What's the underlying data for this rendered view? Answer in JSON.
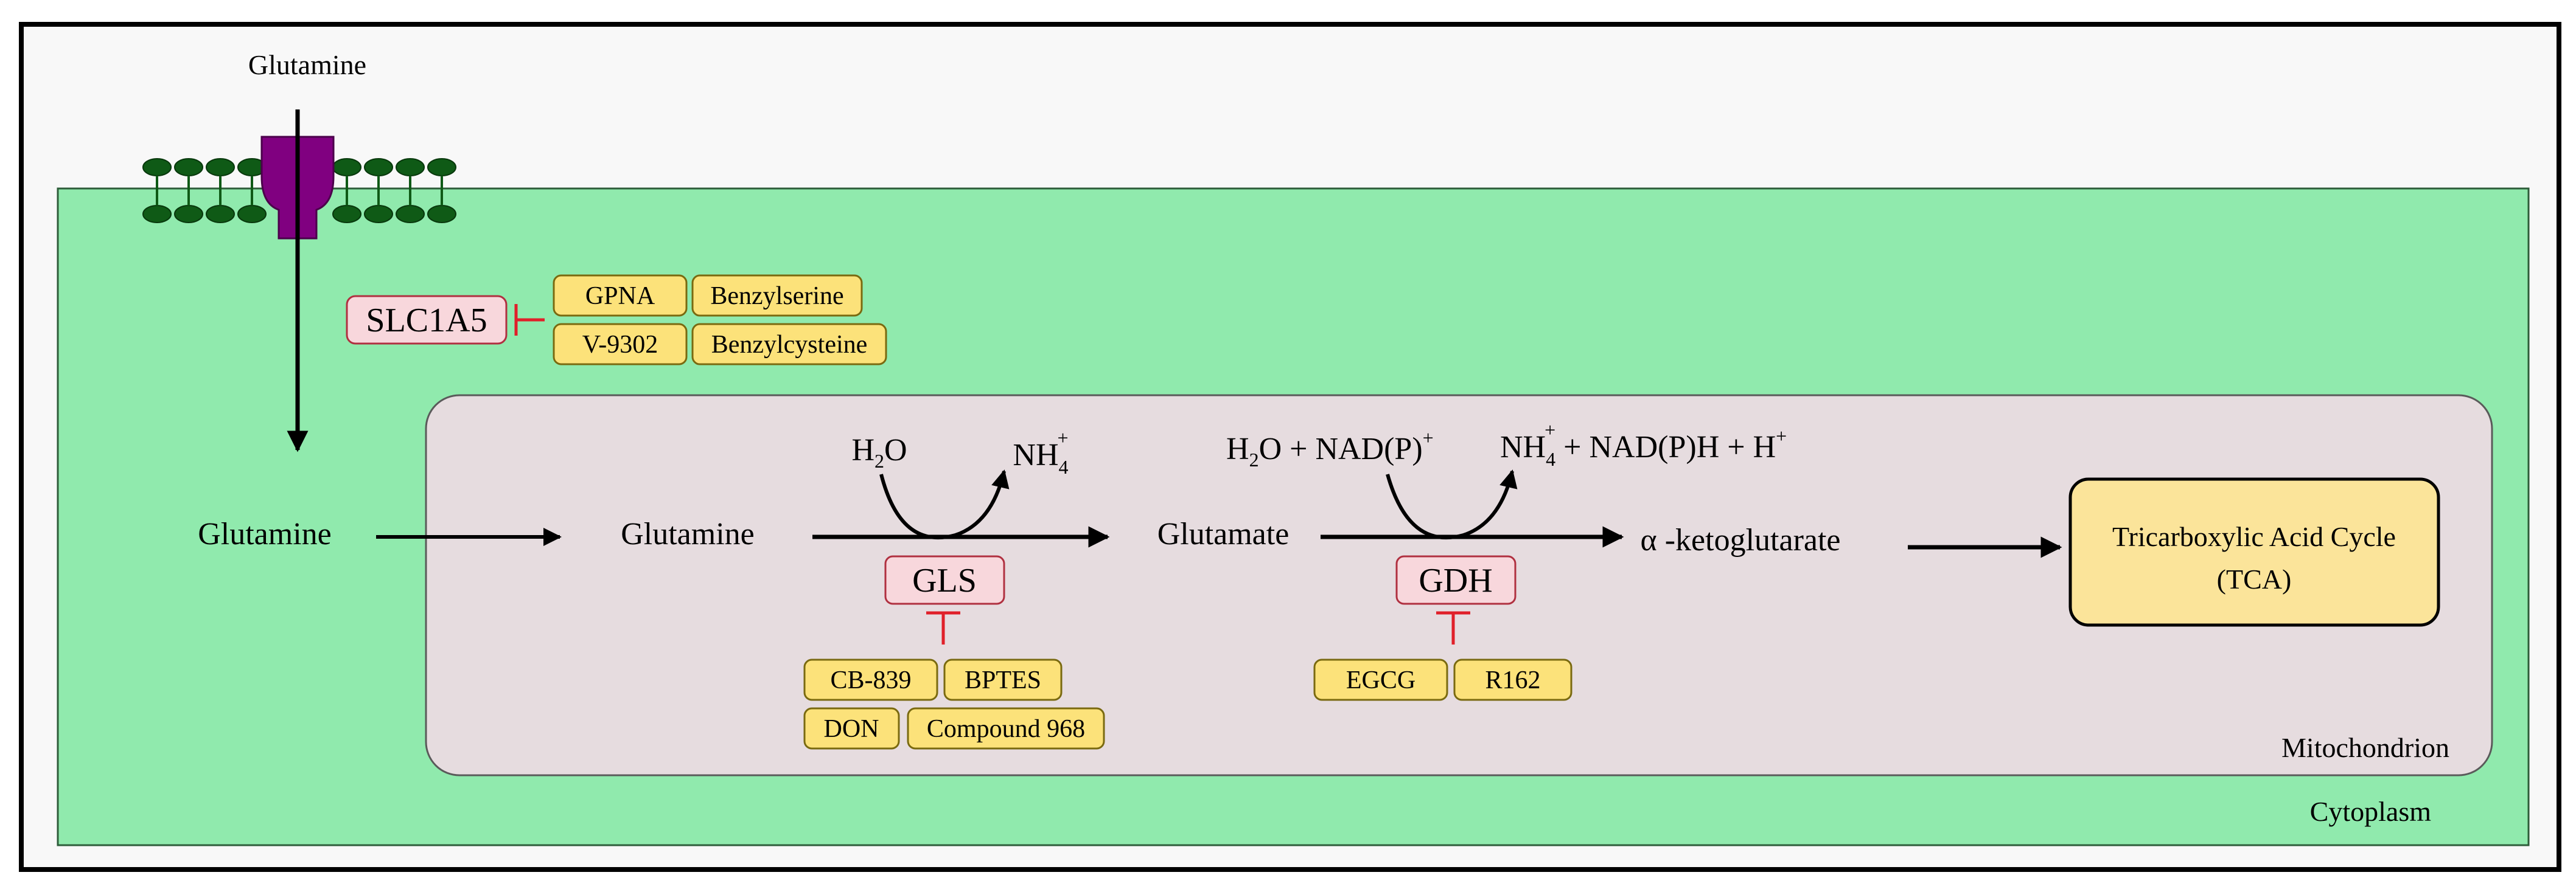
{
  "outside": {
    "glutamine": "Glutamine"
  },
  "transporter": {
    "name": "SLC1A5"
  },
  "transporter_inhibitors": [
    "GPNA",
    "Benzylserine",
    "V-9302",
    "Benzylcysteine"
  ],
  "cytoplasm": {
    "label": "Cytoplasm",
    "glutamine": "Glutamine"
  },
  "mitochondrion": {
    "label": "Mitochondrion",
    "glutamine": "Glutamine",
    "glutamate": "Glutamate",
    "akg": "α -ketoglutarate",
    "tca_line1": "Tricarboxylic Acid Cycle",
    "tca_line2": "(TCA)"
  },
  "gls_reaction": {
    "enzyme": "GLS",
    "substrate": "H2O",
    "product": "NH4+"
  },
  "gls_inhibitors": [
    "CB-839",
    "BPTES",
    "DON",
    "Compound 968"
  ],
  "gdh_reaction": {
    "enzyme": "GDH",
    "substrate": "H2O + NAD(P)+",
    "product": "NH4+ + NAD(P)H + H+"
  },
  "gdh_inhibitors": [
    "EGCG",
    "R162"
  ],
  "colors": {
    "cytoplasm": "#90EAAD",
    "mitochondrion": "#E6DCDF",
    "membrane": "#0F5A16",
    "transporter": "#800080",
    "enzyme_box": "#F8D7DC",
    "inhibitor_box": "#FCE27A",
    "tca_box": "#FBE49A",
    "inhibition": "#E0202A"
  }
}
